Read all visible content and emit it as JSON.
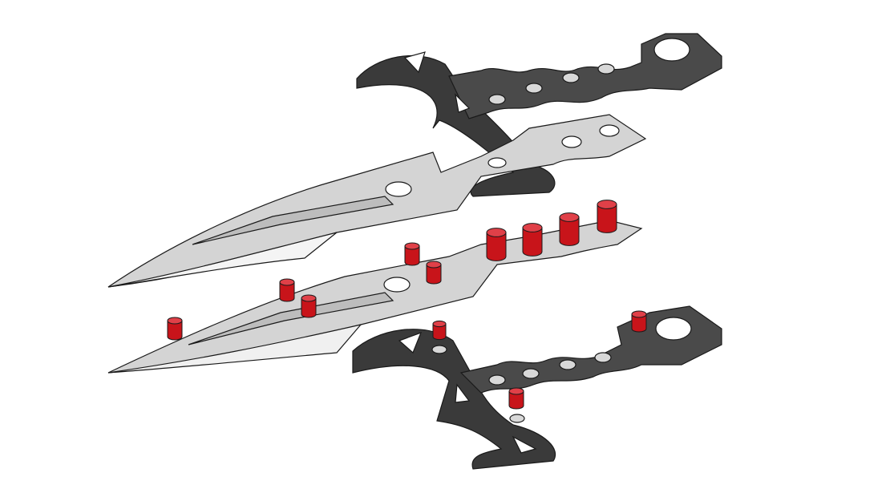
{
  "colors": {
    "background": "#ffffff",
    "handle_dark": "#3a3a3a",
    "handle_light": "#555555",
    "blade": "#d4d4d4",
    "blade_edge": "#f2f2f2",
    "pin": "#c8141a",
    "pin_top": "#e04048",
    "outline": "#1a1a1a"
  },
  "parts": [
    {
      "name": "upper-handle-half"
    },
    {
      "name": "blade-upper-layer"
    },
    {
      "name": "blade-lower-layer-with-pins"
    },
    {
      "name": "lower-handle-half"
    }
  ]
}
